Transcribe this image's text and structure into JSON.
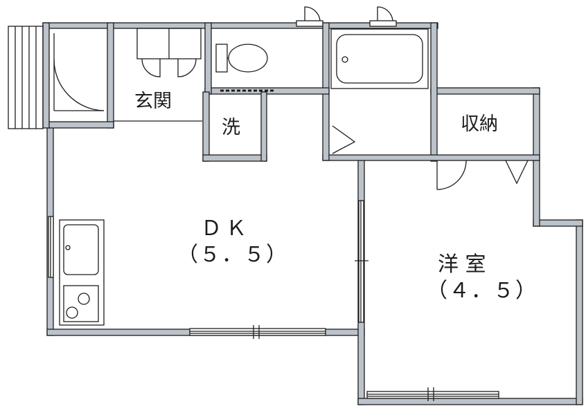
{
  "rooms": {
    "dk": {
      "name": "ＤＫ",
      "size": "（５．５）"
    },
    "western": {
      "name": "洋 室",
      "size": "（４．５）"
    },
    "entrance": {
      "name": "玄関"
    },
    "storage": {
      "name": "収納"
    },
    "washer": {
      "name": "洗"
    }
  }
}
